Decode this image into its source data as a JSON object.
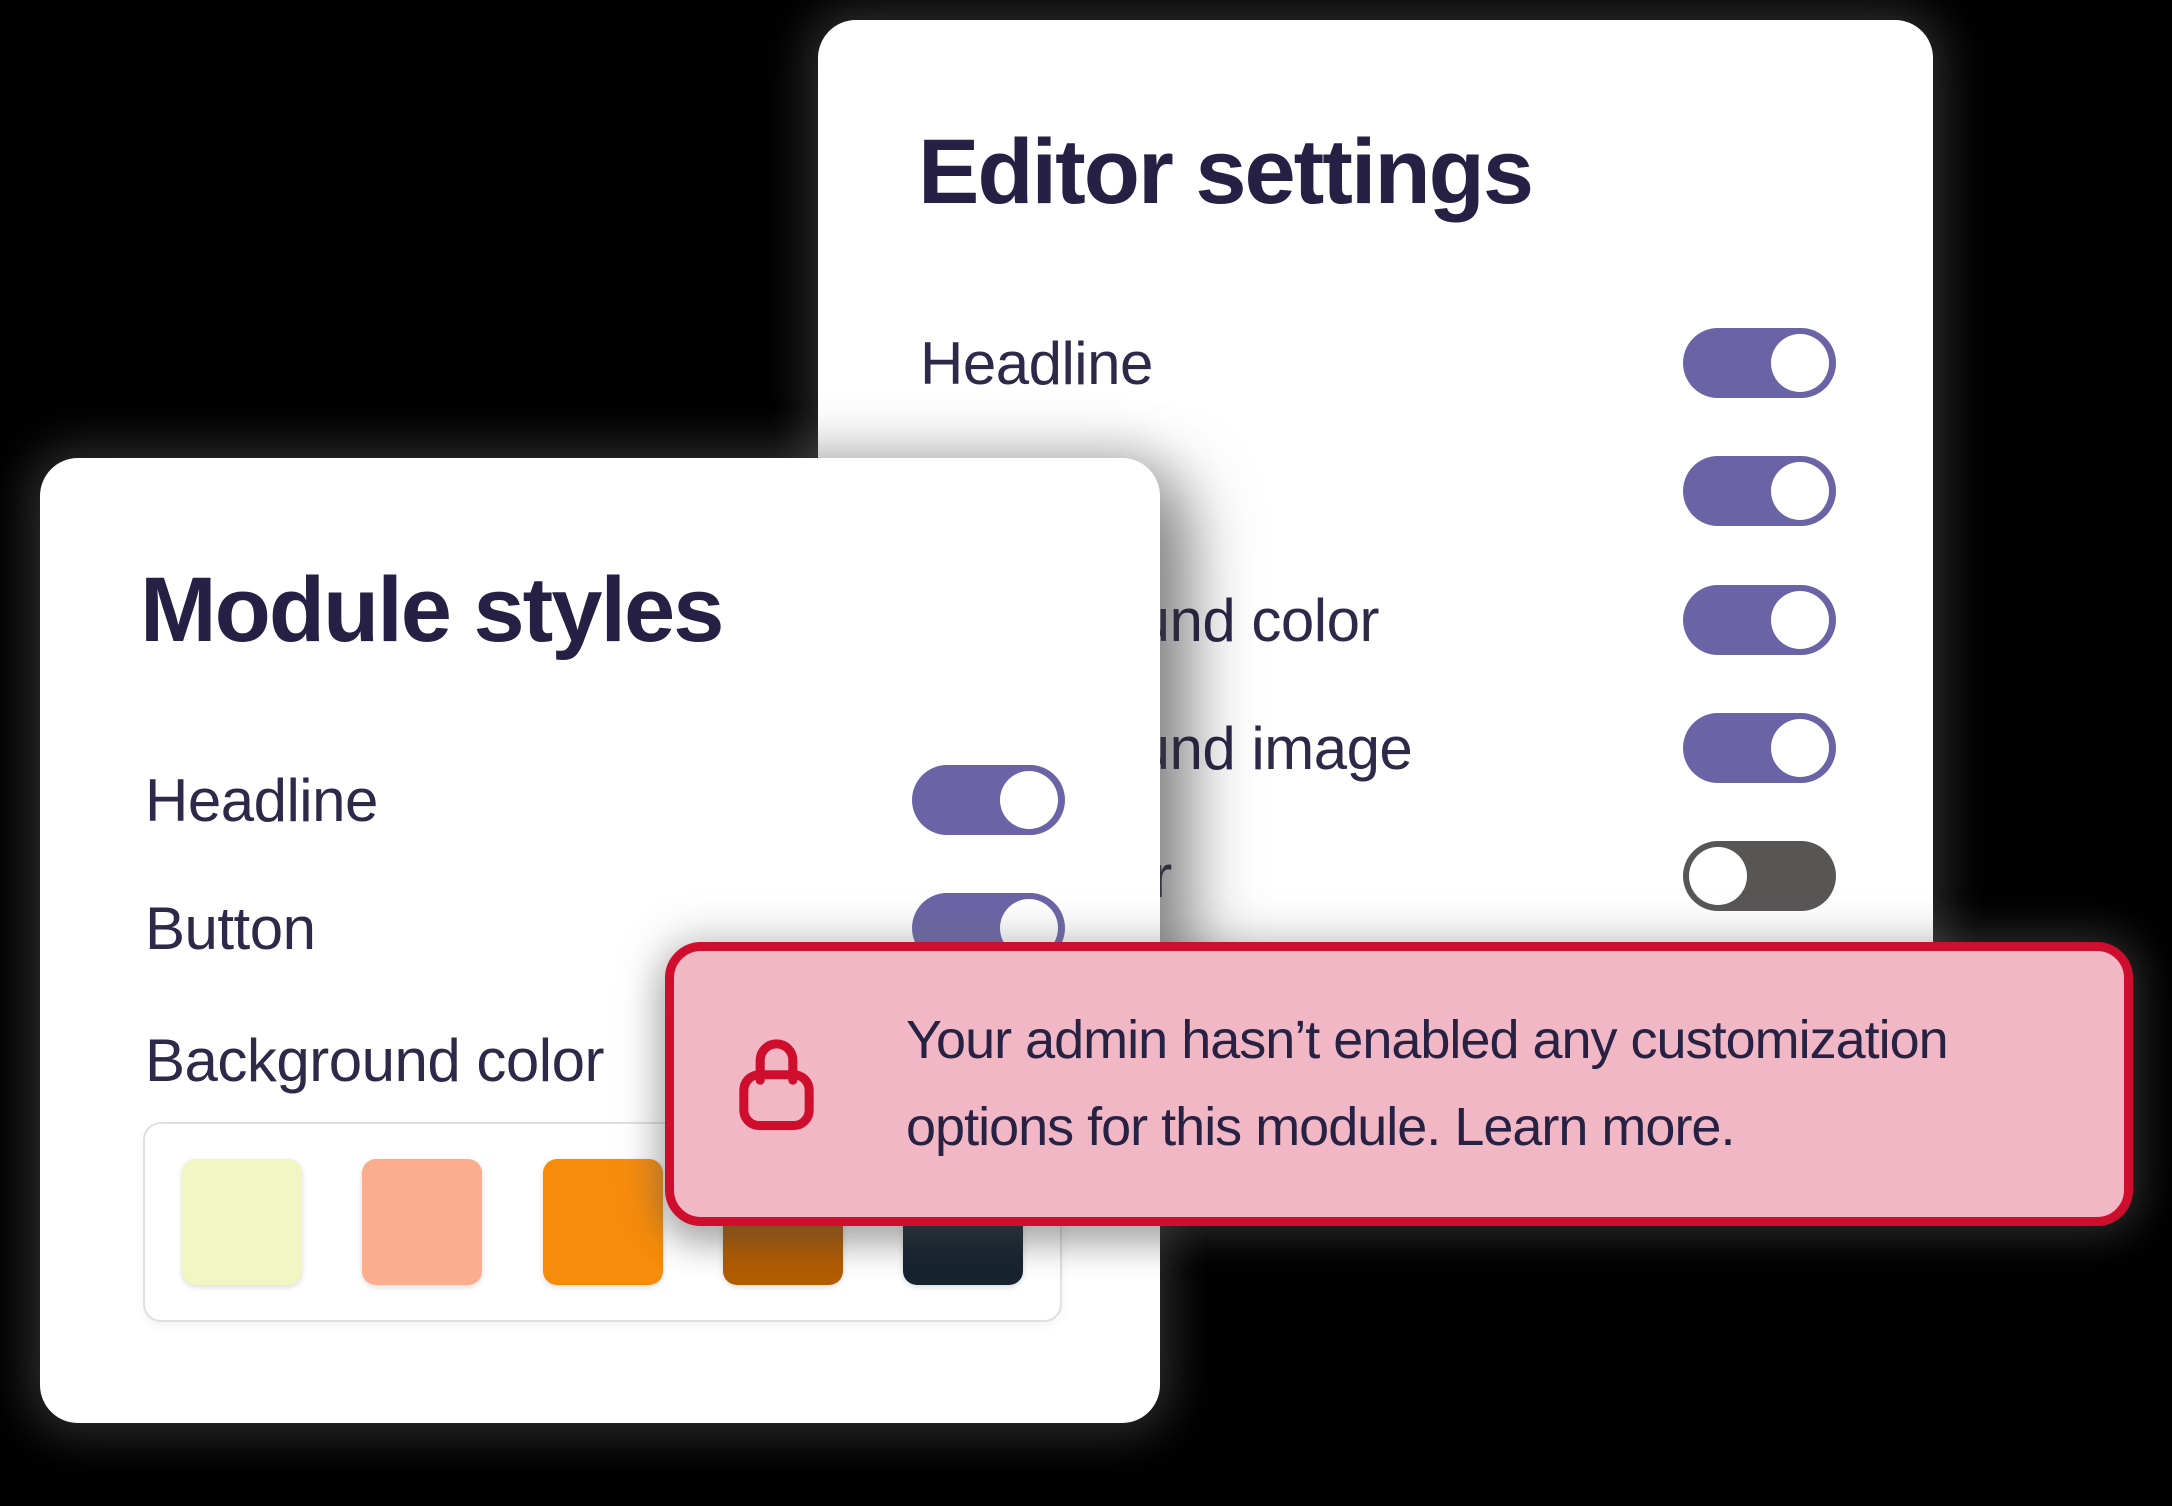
{
  "canvas": {
    "background": "#000000"
  },
  "editor_card": {
    "title": "Editor settings",
    "rows": [
      {
        "label": "Headline",
        "state": "on"
      },
      {
        "label": "",
        "state": "on"
      },
      {
        "label": "Background color",
        "state": "on"
      },
      {
        "label": "Background image",
        "state": "on"
      },
      {
        "label": "Text color",
        "state": "off"
      }
    ]
  },
  "module_card": {
    "title": "Module styles",
    "rows": [
      {
        "label": "Headline",
        "state": "on"
      },
      {
        "label": "Button",
        "state": "on"
      }
    ],
    "background_color_label": "Background color",
    "swatches": [
      {
        "name": "pale-yellow",
        "color": "#F2F6C3"
      },
      {
        "name": "peach",
        "color": "#FBAD8D"
      },
      {
        "name": "orange",
        "color": "#F78C0B"
      },
      {
        "name": "dark-amber",
        "color": "#B25D02"
      },
      {
        "name": "dark-navy",
        "color": "#17232F"
      }
    ]
  },
  "alert": {
    "icon": "lock-icon",
    "line1": "Your admin hasn’t enabled any customization",
    "line2_prefix": "options for this module. ",
    "link_text": "Learn more.",
    "colors": {
      "background": "#F2B7C4",
      "border": "#CF0E2E",
      "text": "#272243"
    }
  },
  "theme": {
    "toggle_on": "#6A63A6",
    "toggle_off": "#585655",
    "card_background": "#FFFFFF",
    "heading_text": "#262044",
    "label_text": "#2E2849"
  }
}
